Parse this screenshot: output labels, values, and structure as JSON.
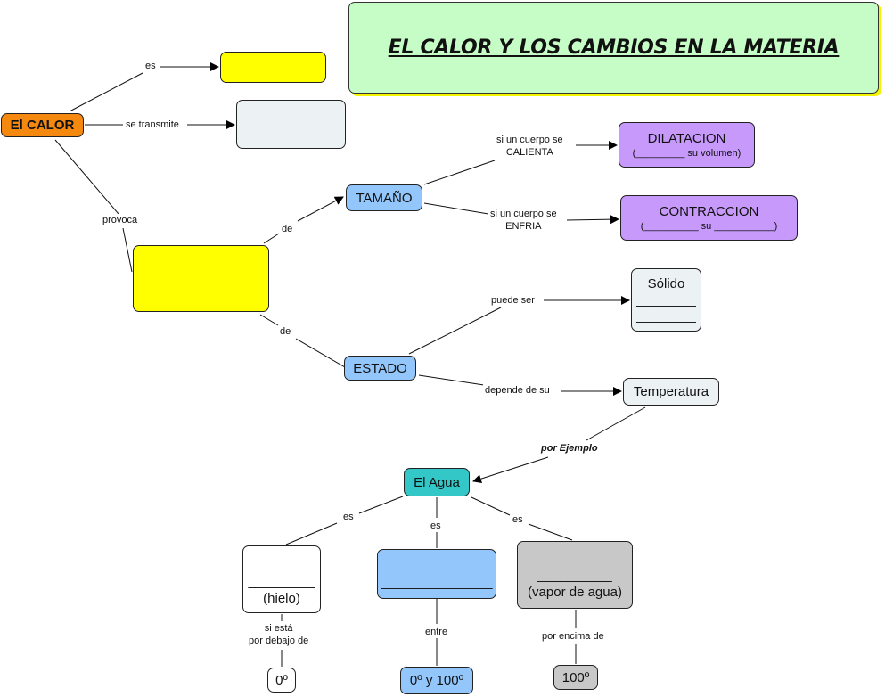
{
  "title": "EL CALOR Y LOS CAMBIOS EN LA MATERIA",
  "colors": {
    "title_bg": "#c6fcc6",
    "root": "#f5890f",
    "yellow": "#ffff00",
    "pale": "#ecf2f4",
    "blue": "#93c7fb",
    "purple": "#c699fb",
    "teal": "#33c7c7",
    "gray": "#c8c8c8",
    "white": "#ffffff"
  },
  "nodes": {
    "root": "El CALOR",
    "es_box": "",
    "transmite_box": "",
    "provoca_box": "",
    "tamano": "TAMAÑO",
    "dilatacion": {
      "title": "DILATACION",
      "sub": "(_________ su volumen)"
    },
    "contraccion": {
      "title": "CONTRACCION",
      "sub": "(__________ su  ___________)"
    },
    "estado": "ESTADO",
    "solido": {
      "title": "Sólido",
      "line1": "________",
      "line2": "________"
    },
    "temperatura": "Temperatura",
    "agua": "El Agua",
    "hielo": {
      "blank": "_________",
      "label": "(hielo)"
    },
    "liquido": {
      "blank": "_______________"
    },
    "vapor": {
      "blank": "__________",
      "label": "(vapor de agua)"
    },
    "cero": "0º",
    "rango": "0º y 100º",
    "cien": "100º"
  },
  "links": {
    "es": "es",
    "se_transmite": "se transmite",
    "provoca": "provoca",
    "de_tamano": "de",
    "de_estado": "de",
    "calienta_1": "si un cuerpo se",
    "calienta_2": "CALIENTA",
    "enfria_1": "si un cuerpo se",
    "enfria_2": "ENFRIA",
    "puede_ser": "puede ser",
    "depende": "depende de su",
    "por_ejemplo": "por Ejemplo",
    "es_hielo": "es",
    "es_liquido": "es",
    "es_vapor": "es",
    "debajo_1": "si está",
    "debajo_2": "por debajo de",
    "entre": "entre",
    "encima": "por encima de"
  }
}
